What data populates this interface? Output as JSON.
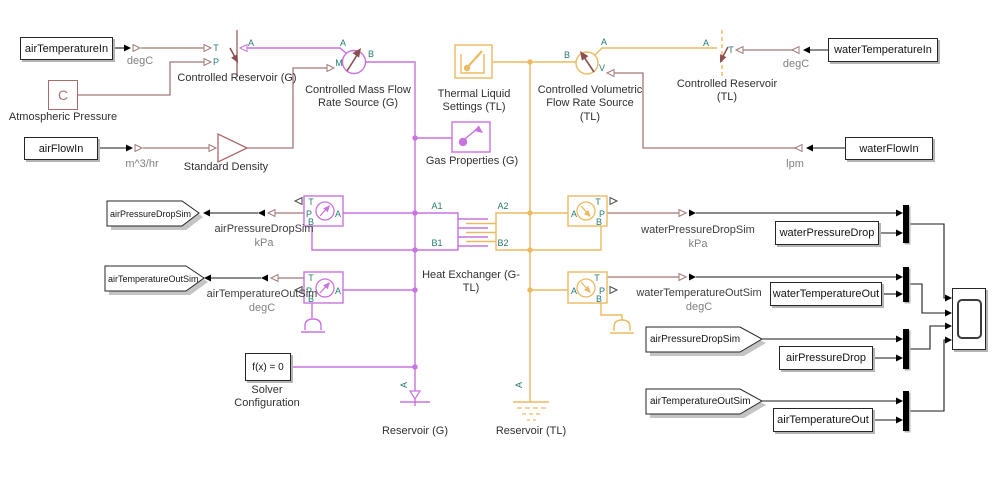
{
  "colors": {
    "gas": "#c973e0",
    "thermal_liquid": "#ecba62",
    "physical_signal": "#a27878",
    "physical_arrow": "#8c4e4e",
    "signal": "#1a1a1a",
    "port_label": "#267a72"
  },
  "ports": {
    "T": "T",
    "P": "P",
    "A": "A",
    "B": "B",
    "M": "M",
    "V": "V",
    "A1": "A1",
    "A2": "A2",
    "B1": "B1",
    "B2": "B2"
  },
  "blocks": {
    "air_temperature_in": {
      "label": "airTemperatureIn"
    },
    "atmospheric_pressure": {
      "glyph": "C",
      "label": "Atmospheric Pressure"
    },
    "controlled_reservoir_g": {
      "label": "Controlled Reservoir (G)"
    },
    "controlled_mass_flow_source": {
      "label": "Controlled Mass Flow Rate Source (G)"
    },
    "air_flow_in": {
      "label": "airFlowIn"
    },
    "standard_density": {
      "label": "Standard Density"
    },
    "thermal_liquid_settings": {
      "label": "Thermal Liquid Settings (TL)"
    },
    "gas_properties": {
      "label": "Gas Properties (G)"
    },
    "controlled_volumetric_flow_source": {
      "label": "Controlled Volumetric Flow Rate Source (TL)"
    },
    "controlled_reservoir_tl": {
      "label": "Controlled Reservoir (TL)"
    },
    "water_temperature_in": {
      "label": "waterTemperatureIn"
    },
    "water_flow_in": {
      "label": "waterFlowIn"
    },
    "heat_exchanger": {
      "label": "Heat Exchanger (G-TL)"
    },
    "solver_configuration": {
      "glyph": "f(x) = 0",
      "label": "Solver Configuration"
    },
    "reservoir_g": {
      "label": "Reservoir (G)"
    },
    "reservoir_tl": {
      "label": "Reservoir (TL)"
    },
    "water_pressure_drop": {
      "label": "waterPressureDrop"
    },
    "water_temperature_out": {
      "label": "waterTemperatureOut"
    },
    "air_pressure_drop": {
      "label": "airPressureDrop"
    },
    "air_temperature_out": {
      "label": "airTemperatureOut"
    }
  },
  "tags": {
    "goto_air_pressure_drop_sim": "airPressureDropSim",
    "goto_air_temperature_out_sim": "airTemperatureOutSim",
    "from_air_pressure_drop_sim": "airPressureDropSim",
    "from_air_temperature_out_sim": "airTemperatureOutSim"
  },
  "signals": {
    "air_pressure_drop_sim": "airPressureDropSim",
    "air_temperature_out_sim": "airTemperatureOutSim",
    "water_pressure_drop_sim": "waterPressureDropSim",
    "water_temperature_out_sim": "waterTemperatureOutSim"
  },
  "units": {
    "degc": "degC",
    "m3hr": "m^3/hr",
    "kpa": "kPa",
    "lpm": "lpm"
  }
}
